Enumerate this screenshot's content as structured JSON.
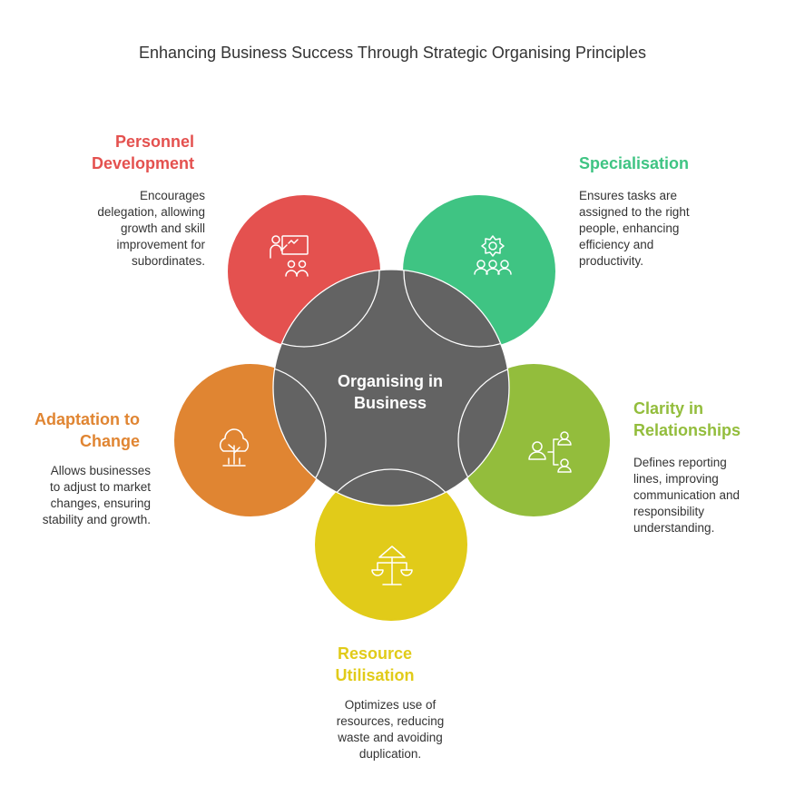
{
  "title": "Enhancing Business Success Through Strategic Organising Principles",
  "center": {
    "label": "Organising in\nBusiness",
    "color": "#636363"
  },
  "nodes": [
    {
      "id": "personnel",
      "heading": "Personnel\nDevelopment",
      "description": "Encourages\ndelegation, allowing\ngrowth and skill\nimprovement for\nsubordinates.",
      "color": "#e4514f",
      "icon": "presentation-icon"
    },
    {
      "id": "specialisation",
      "heading": "Specialisation",
      "description": "Ensures tasks are\nassigned to the right\npeople, enhancing\nefficiency and\nproductivity.",
      "color": "#3fc483",
      "icon": "team-gear-icon"
    },
    {
      "id": "clarity",
      "heading": "Clarity in\nRelationships",
      "description": "Defines reporting\nlines, improving\ncommunication and\nresponsibility\nunderstanding.",
      "color": "#93bd3c",
      "icon": "hierarchy-icon"
    },
    {
      "id": "resource",
      "heading": "Resource\nUtilisation",
      "description": "Optimizes use of\nresources, reducing\nwaste and avoiding\nduplication.",
      "color": "#e1cb19",
      "icon": "balance-icon"
    },
    {
      "id": "adaptation",
      "heading": "Adaptation to\nChange",
      "description": "Allows businesses\nto adjust to market\nchanges, ensuring\nstability and growth.",
      "color": "#e08532",
      "icon": "tree-icon"
    }
  ]
}
